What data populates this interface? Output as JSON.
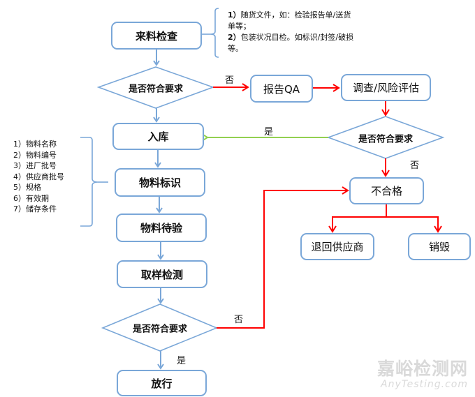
{
  "diagram": {
    "title": "来料检验流程",
    "nodes": {
      "incoming_inspection": "来料检查",
      "decision_1": "是否符合要求",
      "report_qa": "报告QA",
      "investigation": "调查/风险评估",
      "decision_2": "是否符合要求",
      "warehousing": "入库",
      "material_label": "物料标识",
      "nonconforming": "不合格",
      "pending_inspection": "物料待验",
      "return_supplier": "退回供应商",
      "destroy": "销毁",
      "sampling_test": "取样检测",
      "decision_3": "是否符合要求",
      "release": "放行"
    },
    "edge_labels": {
      "d1_no": "否",
      "d2_yes": "是",
      "d2_no": "否",
      "d3_no": "否",
      "d3_yes": "是"
    },
    "top_note": {
      "item1_num": "1）",
      "item1_text": "随货文件，如：检验报告单/送货单等；",
      "item2_num": "2）",
      "item2_text": "包装状况目检。如标识/封签/破损等。"
    },
    "label_items": [
      "1）物料名称",
      "2）物料编号",
      "3）进厂批号",
      "4）供应商批号",
      "5）规格",
      "6）有效期",
      "7）储存条件"
    ],
    "colors": {
      "flow_blue": "#7aa7d8",
      "reject_red": "#ff0000",
      "accept_green": "#92d050"
    }
  },
  "watermark": {
    "cn": "嘉峪检测网",
    "en": "AnyTesting.com"
  }
}
